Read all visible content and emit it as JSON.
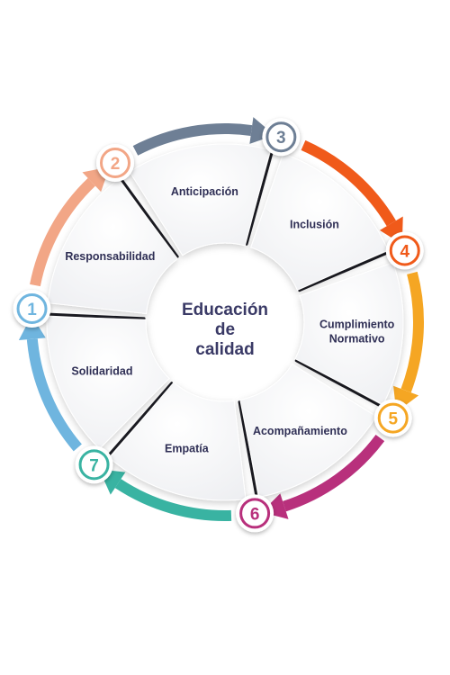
{
  "center_title_lines": [
    "Educación",
    "de",
    "calidad"
  ],
  "steps": [
    {
      "number": "1",
      "label_lines": [
        "Responsabilidad"
      ],
      "color": "#6fb5df"
    },
    {
      "number": "2",
      "label_lines": [
        "Anticipación"
      ],
      "color": "#f2a686"
    },
    {
      "number": "3",
      "label_lines": [
        "Inclusión"
      ],
      "color": "#6e7f95"
    },
    {
      "number": "4",
      "label_lines": [
        "Cumplimiento",
        "Normativo"
      ],
      "color": "#f05a1a"
    },
    {
      "number": "5",
      "label_lines": [
        "Acompañamiento"
      ],
      "color": "#f5a623"
    },
    {
      "number": "6",
      "label_lines": [
        "Empatía"
      ],
      "color": "#b8307c"
    },
    {
      "number": "7",
      "label_lines": [
        "Solidaridad"
      ],
      "color": "#39b3a2"
    }
  ]
}
